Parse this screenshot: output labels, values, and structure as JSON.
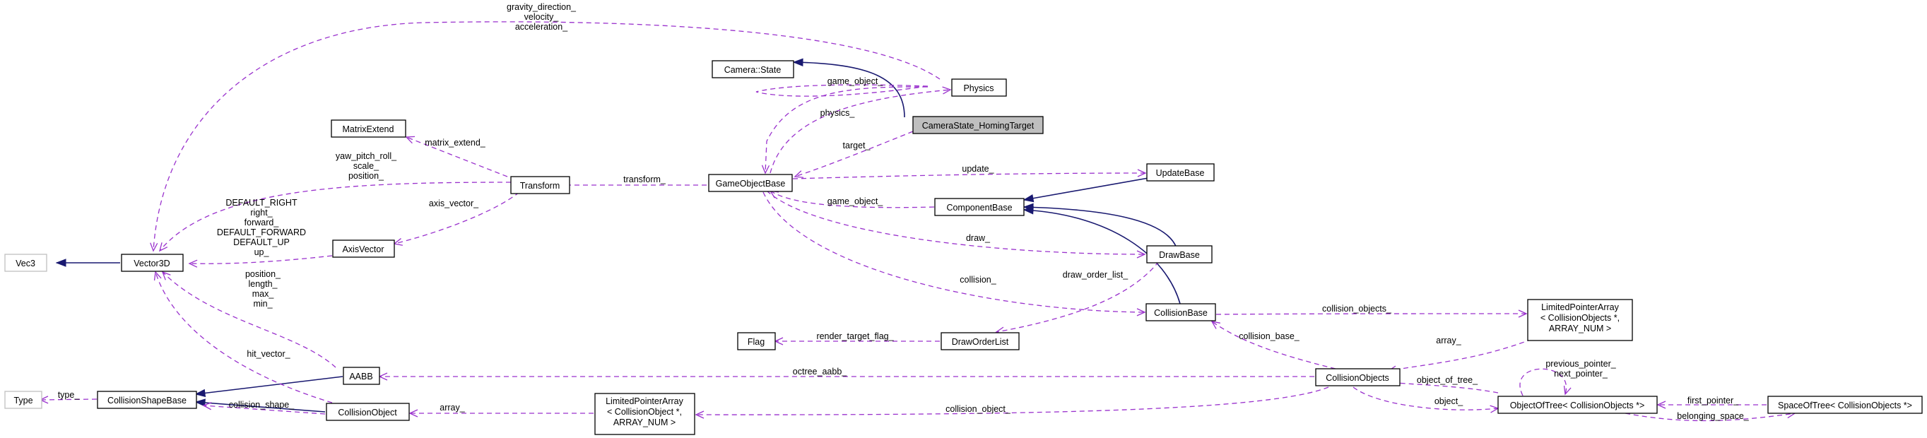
{
  "nodes": {
    "vec3": "Vec3",
    "vector3d": "Vector3D",
    "type": "Type",
    "collision_shape_base": "CollisionShapeBase",
    "aabb": "AABB",
    "collision_object": "CollisionObject",
    "matrix_extend": "MatrixExtend",
    "transform": "Transform",
    "axis_vector": "AxisVector",
    "camera_state": "Camera::State",
    "physics": "Physics",
    "camera_state_homing_target": "CameraState_HomingTarget",
    "game_object_base": "GameObjectBase",
    "update_base": "UpdateBase",
    "component_base": "ComponentBase",
    "draw_base": "DrawBase",
    "collision_base": "CollisionBase",
    "flag": "Flag",
    "draw_order_list": "DrawOrderList",
    "limited_pointer_array_objects": [
      "LimitedPointerArray",
      "< CollisionObjects *,",
      " ARRAY_NUM >"
    ],
    "collision_objects": "CollisionObjects",
    "limited_pointer_array_object": [
      "LimitedPointerArray",
      "< CollisionObject *,",
      " ARRAY_NUM >"
    ],
    "object_of_tree": "ObjectOfTree< CollisionObjects *>",
    "space_of_tree": "SpaceOfTree< CollisionObjects *>"
  },
  "edge_labels": {
    "gravity_block": [
      "gravity_direction_",
      "velocity_",
      "acceleration_"
    ],
    "game_object": "game_object_",
    "physics": "physics_",
    "target": "target_",
    "matrix_extend": "matrix_extend_",
    "transform_vec_block": [
      "yaw_pitch_roll_",
      "scale_",
      "position_"
    ],
    "transform": "transform_",
    "update": "update_",
    "axis_vector": "axis_vector_",
    "component_game_object": "game_object_",
    "axis_block": [
      "DEFAULT_RIGHT",
      "right_",
      "forward_",
      "DEFAULT_FORWARD",
      "DEFAULT_UP",
      "up_"
    ],
    "draw": "draw_",
    "draw_order_list": "draw_order_list_",
    "collision": "collision_",
    "aabb_block": [
      "position_",
      "length_",
      "max_",
      "min_"
    ],
    "collision_objects": "collision_objects_",
    "render_target_flag": "render_target_flag_",
    "array_objects": "array_",
    "collision_base": "collision_base_",
    "hit_vector": "hit_vector_",
    "previous_next": [
      "previous_pointer_",
      "next_pointer_"
    ],
    "octree_aabb": "octree_aabb_",
    "object_of_tree": "object_of_tree_",
    "type": "type_",
    "object": "object_",
    "first_pointer": "first_pointer_",
    "collision_shape": "collision_shape_",
    "array_object": "array_",
    "collision_object": "collision_object_",
    "belonging_space": "belonging_space_"
  },
  "colors": {
    "usage_edge": "#9a32cd",
    "inheritance_edge": "#191970",
    "highlight_fill": "#bfbfbf",
    "external_border": "#bfbfbf"
  }
}
